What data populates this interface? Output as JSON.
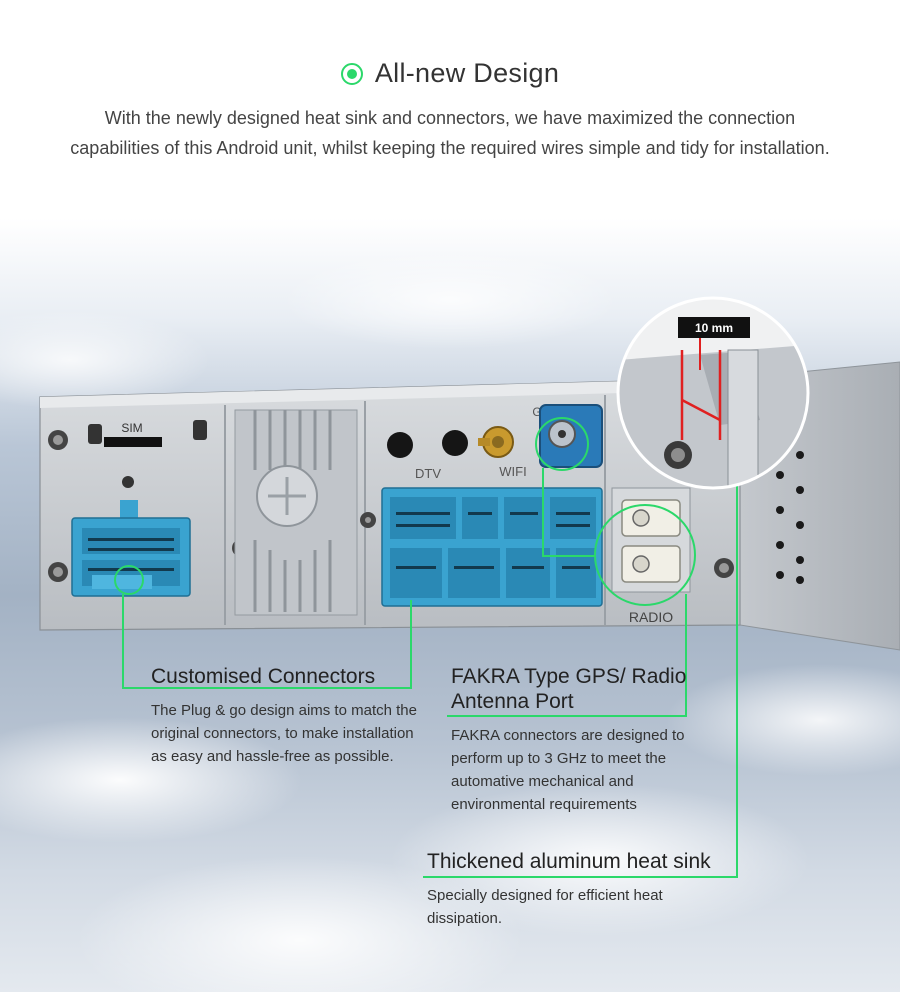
{
  "header": {
    "title": "All-new Design",
    "subtitle": "With the newly designed heat sink and connectors, we have maximized the connection capabilities of this Android unit, whilst keeping the required wires simple and tidy for installation."
  },
  "device": {
    "labels": {
      "sim": "SIM",
      "gps": "GPS",
      "dtv": "DTV",
      "wifi": "WIFI",
      "radio": "RADIO",
      "measure": "10 mm"
    }
  },
  "callouts": {
    "connectors": {
      "title": "Customised Connectors",
      "body": "The Plug & go design aims to match the original connectors, to make installation as easy and hassle-free as possible."
    },
    "fakra": {
      "title": "FAKRA Type GPS/ Radio Antenna Port",
      "body": "FAKRA connectors are designed to perform up to 3 GHz to meet the automative mechanical and environmental requirements"
    },
    "heatsink": {
      "title": "Thickened aluminum heat sink",
      "body": "Specially designed for efficient heat dissipation."
    }
  },
  "colors": {
    "accent": "#2bd86a",
    "connector_blue": "#3aa3d0",
    "panel": "#c9ccd0",
    "measure_red": "#e02020"
  }
}
